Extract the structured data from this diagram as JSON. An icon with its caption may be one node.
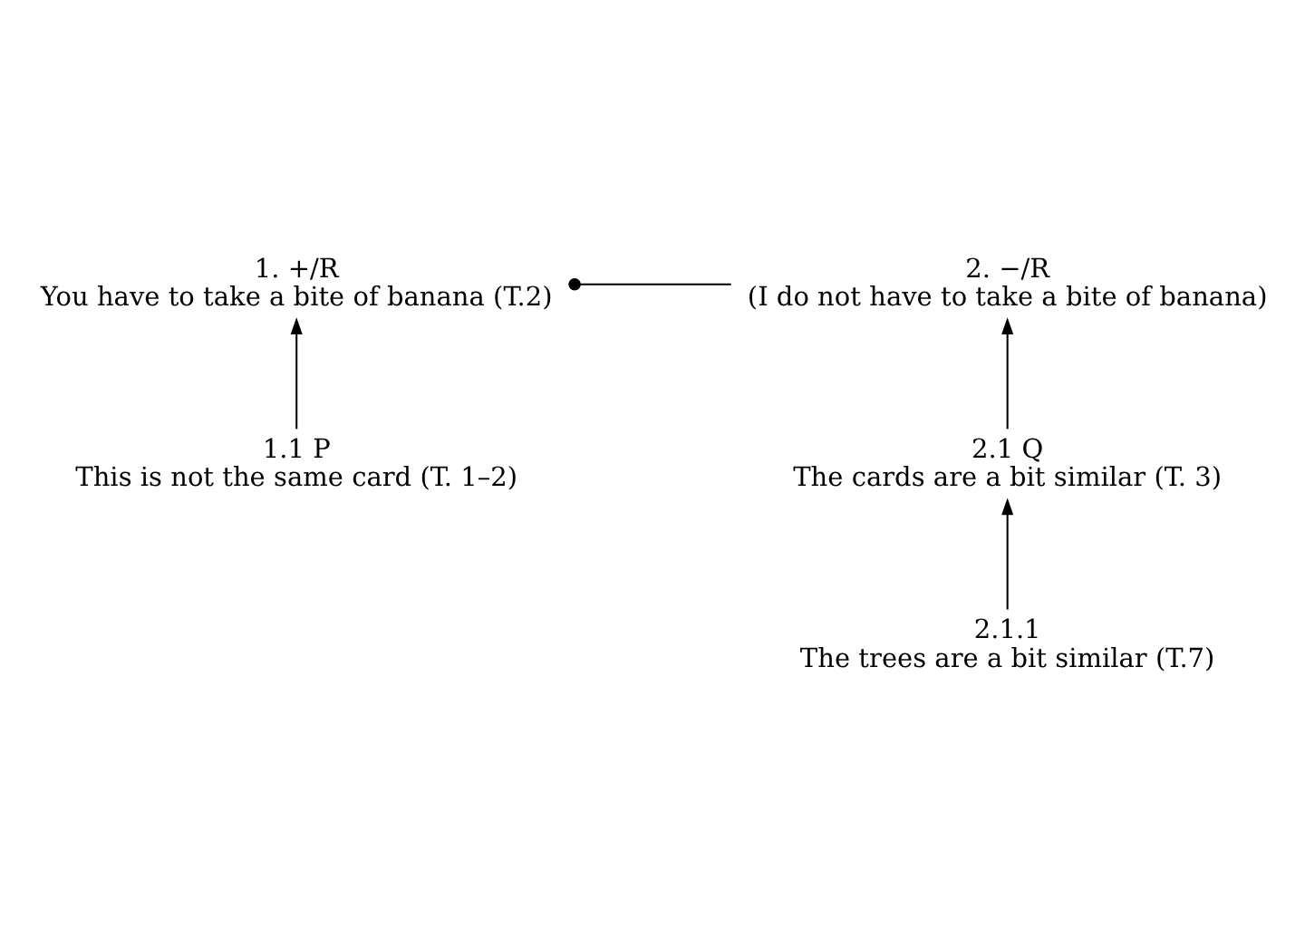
{
  "diagram": {
    "nodes": [
      {
        "text": [
          "1. +/R",
          "You have to take a bite of banana (T.2)"
        ]
      },
      {
        "text": [
          "2. −/R",
          "(I do not have to take a bite of banana)"
        ]
      },
      {
        "text": [
          "1.1 P",
          "This is not the same card (T. 1–2)"
        ]
      },
      {
        "text": [
          "2.1 Q",
          "The cards are a bit similar (T. 3)"
        ]
      },
      {
        "text": [
          "2.1.1",
          "The trees are a bit similar (T.7)"
        ]
      }
    ],
    "edges": [
      {
        "from": 0,
        "to": 1,
        "arrow": "other"
      },
      {
        "from": 2,
        "to": 0,
        "arrow": "to"
      },
      {
        "from": 3,
        "to": 1,
        "arrow": "to"
      },
      {
        "from": 4,
        "to": 3,
        "arrow": "to"
      }
    ]
  }
}
